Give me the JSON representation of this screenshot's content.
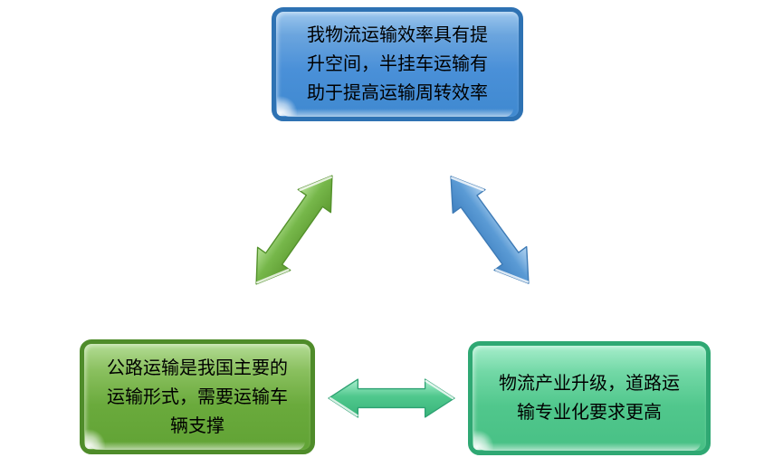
{
  "diagram": {
    "background_color": "#ffffff",
    "nodes": {
      "top": {
        "full_text": "我物流运输效率具有提升空间，半挂车运输有助于提高运输周转效率",
        "lines": [
          "我物流运输效率具有提",
          "升空间，半挂车运输有",
          "助于提高运输周转效率"
        ],
        "fill_color": "#4a90d8",
        "border_color": "#2e72b3",
        "text_color": "#000000"
      },
      "bottom_left": {
        "full_text": "公路运输是我国主要的运输形式，需要运输车辆支撑",
        "lines": [
          "公路运输是我国主要的",
          "运输形式，需要运输车",
          "辆支撑"
        ],
        "fill_color": "#6aaa3c",
        "border_color": "#4f8c2a",
        "text_color": "#000000"
      },
      "bottom_right": {
        "full_text": "物流产业升级，道路运输专业化要求更高",
        "lines": [
          "物流产业升级，道路运",
          "输专业化要求更高"
        ],
        "fill_color": "#50c78c",
        "border_color": "#2fa873",
        "text_color": "#000000"
      }
    },
    "connectors": {
      "left_diagonal": {
        "type": "double-headed-arrow",
        "color": "#76b74a",
        "color_light": "#b9e49b",
        "color_dark": "#53912b",
        "connects": [
          "top",
          "bottom_left"
        ]
      },
      "right_diagonal": {
        "type": "double-headed-arrow",
        "color": "#5b9bd5",
        "color_light": "#b7d7f3",
        "color_dark": "#3d7ab5",
        "connects": [
          "top",
          "bottom_right"
        ]
      },
      "bottom_horizontal": {
        "type": "double-headed-arrow",
        "color": "#50c88d",
        "color_light": "#aef0d2",
        "color_dark": "#2da172",
        "connects": [
          "bottom_left",
          "bottom_right"
        ]
      }
    }
  }
}
